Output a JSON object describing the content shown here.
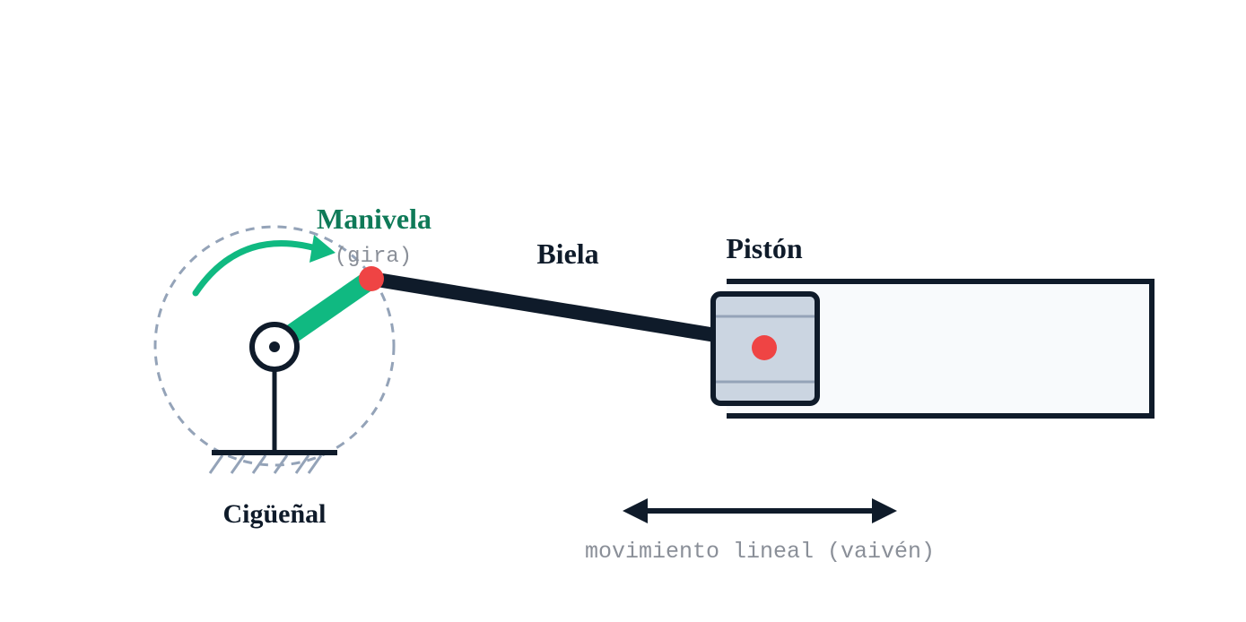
{
  "labels": {
    "crank": "Manivela",
    "crank_note": "(gira)",
    "rod": "Biela",
    "piston": "Pistón",
    "crankshaft": "Cigüeñal",
    "motion": "movimiento lineal (vaivén)"
  },
  "colors": {
    "dark": "#0f1b2a",
    "crank_green": "#10b981",
    "crank_label": "#0f7a58",
    "pin_red": "#ef4444",
    "dashed_circle": "#94a3b8",
    "piston_fill": "#cbd5e1",
    "cylinder_fill": "#f8fafc",
    "note_gray": "#8a8f98"
  }
}
